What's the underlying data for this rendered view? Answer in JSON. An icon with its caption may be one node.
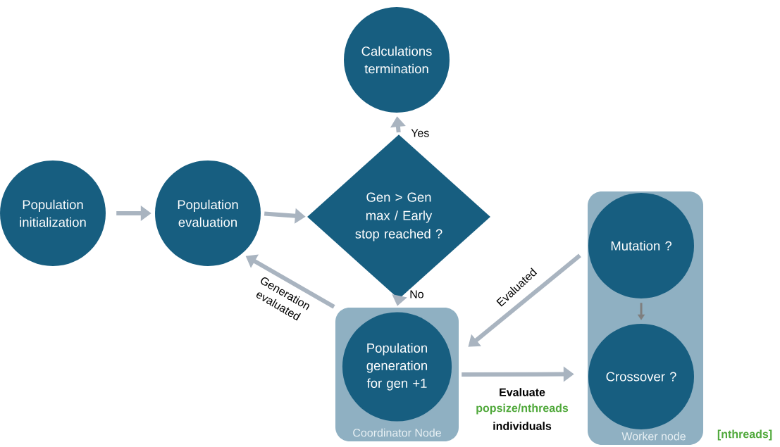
{
  "diagram": {
    "nodes": [
      {
        "text": [
          "Population initialization"
        ]
      },
      {
        "text": [
          "Population evaluation"
        ]
      },
      {
        "text": [
          "Gen > Gen max / Early stop reached ?"
        ]
      },
      {
        "text": [
          "Calculations termination"
        ]
      },
      {
        "text": [
          "Coordinator Node"
        ]
      },
      {
        "text": [
          "Population generation for gen +1"
        ],
        "in": 4
      },
      {
        "text": [
          "Worker node"
        ],
        "beside": [
          "[nthreads]"
        ]
      },
      {
        "text": [
          "Mutation ?"
        ],
        "in": 6
      },
      {
        "text": [
          "Crossover ?"
        ],
        "in": 6
      }
    ],
    "edges": [
      {
        "from": 0,
        "to": 1,
        "arrow": "to"
      },
      {
        "from": 1,
        "to": 2,
        "arrow": "to"
      },
      {
        "from": 2,
        "to": 3,
        "arrow": "to",
        "label": "Yes"
      },
      {
        "from": 2,
        "to": 4,
        "arrow": "to",
        "label": "No"
      },
      {
        "from": 4,
        "to": 1,
        "arrow": "to",
        "label": "Generation evaluated"
      },
      {
        "from": 6,
        "to": 4,
        "arrow": "to",
        "label": "Evaluated"
      },
      {
        "from": 4,
        "to": 6,
        "arrow": "to"
      },
      {
        "from": 7,
        "to": 8,
        "arrow": "to",
        "color": "#7f7f7f"
      }
    ],
    "labels": [
      "Evaluate",
      "popsize/nthreads",
      "individuals"
    ]
  }
}
